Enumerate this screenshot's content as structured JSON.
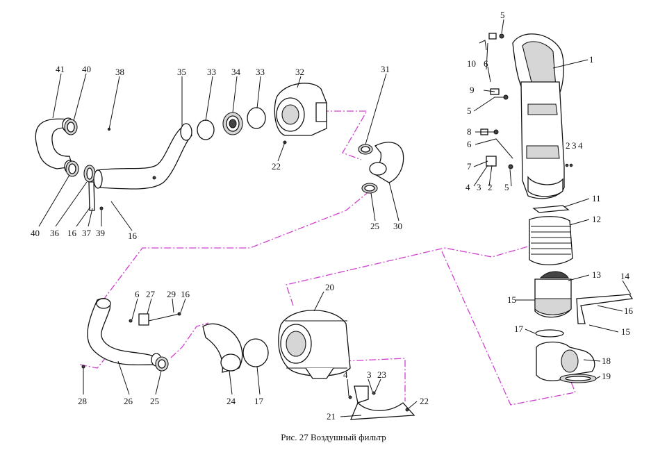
{
  "caption": "Рис. 27 Воздушный фильтр",
  "labels": [
    "1",
    "2",
    "3",
    "4",
    "5",
    "6",
    "7",
    "8",
    "9",
    "10",
    "11",
    "12",
    "13",
    "14",
    "15",
    "16",
    "17",
    "18",
    "19",
    "20",
    "21",
    "22",
    "23",
    "24",
    "25",
    "26",
    "27",
    "28",
    "29",
    "30",
    "31",
    "32",
    "33",
    "34",
    "35",
    "36",
    "37",
    "38",
    "39",
    "40",
    "41"
  ],
  "colors": {
    "route_line": "#d040d0",
    "ink": "#111111"
  }
}
